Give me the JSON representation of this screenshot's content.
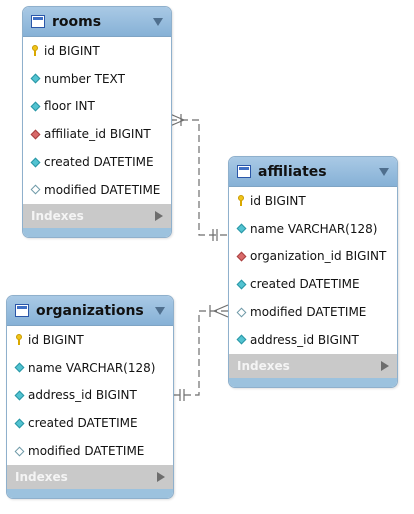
{
  "tables": {
    "rooms": {
      "name": "rooms",
      "columns": [
        {
          "label": "id BIGINT",
          "icon": "primary-key-icon"
        },
        {
          "label": "number TEXT",
          "icon": "column-icon"
        },
        {
          "label": "floor INT",
          "icon": "column-icon"
        },
        {
          "label": "affiliate_id BIGINT",
          "icon": "foreign-key-icon"
        },
        {
          "label": "created DATETIME",
          "icon": "column-icon"
        },
        {
          "label": "modified DATETIME",
          "icon": "nullable-column-icon"
        }
      ],
      "indexes_label": "Indexes"
    },
    "affiliates": {
      "name": "affiliates",
      "columns": [
        {
          "label": "id BIGINT",
          "icon": "primary-key-icon"
        },
        {
          "label": "name VARCHAR(128)",
          "icon": "column-icon"
        },
        {
          "label": "organization_id BIGINT",
          "icon": "foreign-key-icon"
        },
        {
          "label": "created DATETIME",
          "icon": "column-icon"
        },
        {
          "label": "modified DATETIME",
          "icon": "nullable-column-icon"
        },
        {
          "label": "address_id BIGINT",
          "icon": "column-icon"
        }
      ],
      "indexes_label": "Indexes"
    },
    "organizations": {
      "name": "organizations",
      "columns": [
        {
          "label": "id BIGINT",
          "icon": "primary-key-icon"
        },
        {
          "label": "name VARCHAR(128)",
          "icon": "column-icon"
        },
        {
          "label": "address_id BIGINT",
          "icon": "column-icon"
        },
        {
          "label": "created DATETIME",
          "icon": "column-icon"
        },
        {
          "label": "modified DATETIME",
          "icon": "nullable-column-icon"
        }
      ],
      "indexes_label": "Indexes"
    }
  },
  "colors": {
    "header": "#98bddd",
    "footer": "#9cc2de",
    "indexes_bar": "#c9c9c9",
    "connector": "#6e6e6e"
  }
}
